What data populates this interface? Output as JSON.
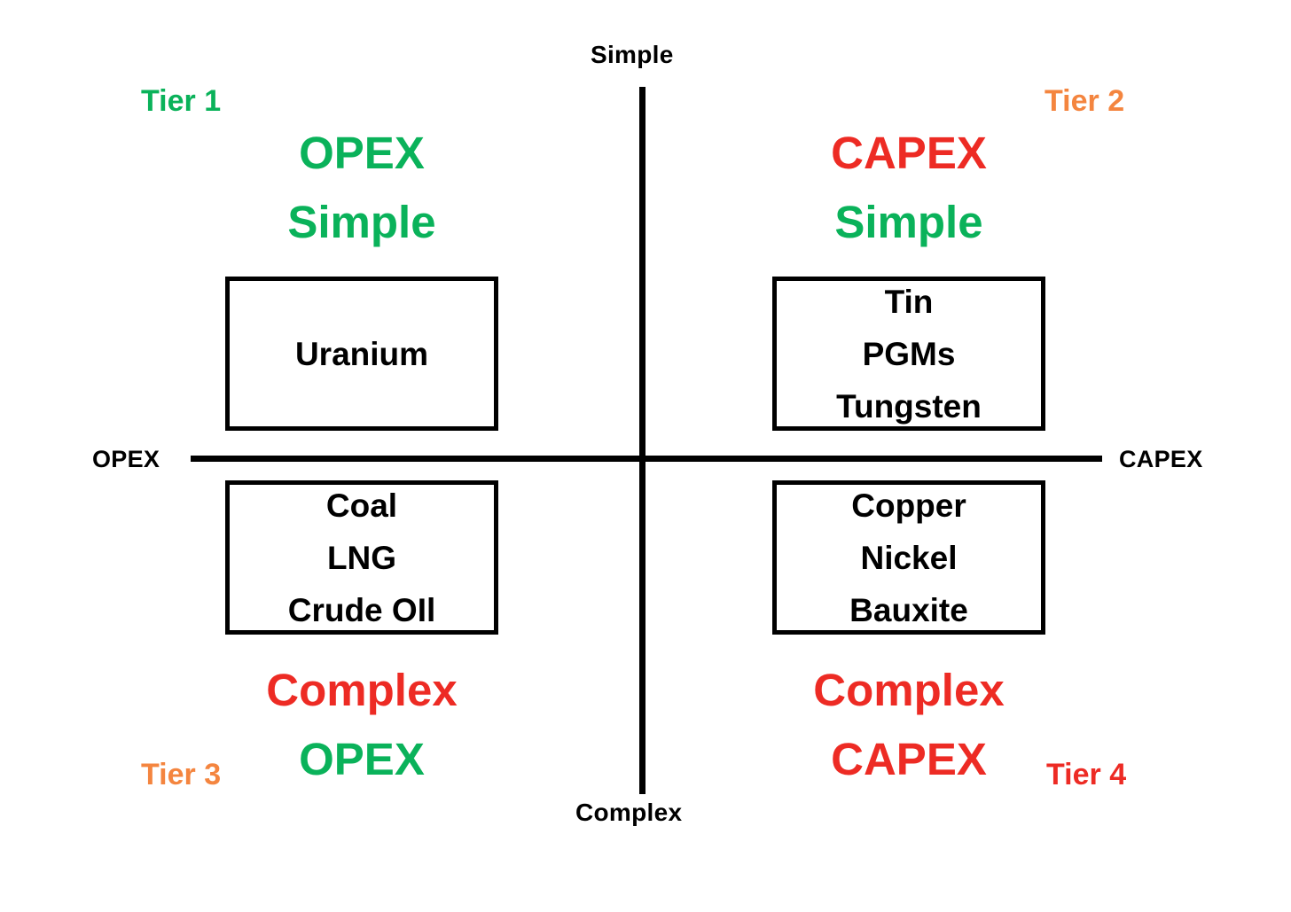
{
  "colors": {
    "green": "#0AB25A",
    "red": "#ED2B24",
    "orange": "#F4853F",
    "black": "#000000",
    "background": "#FFFFFF"
  },
  "axes": {
    "left_label": "OPEX",
    "right_label": "CAPEX",
    "top_label": "Simple",
    "bottom_label": "Complex"
  },
  "tiers": {
    "tier1": {
      "label": "Tier 1",
      "color": "#0AB25A"
    },
    "tier2": {
      "label": "Tier 2",
      "color": "#F4853F"
    },
    "tier3": {
      "label": "Tier 3",
      "color": "#F4853F"
    },
    "tier4": {
      "label": "Tier 4",
      "color": "#ED2B24"
    }
  },
  "quadrants": {
    "top_left": {
      "tier": "Tier 1",
      "heading_line1": "OPEX",
      "heading_line1_color": "#0AB25A",
      "heading_line2": "Simple",
      "heading_line2_color": "#0AB25A",
      "items": [
        "Uranium"
      ]
    },
    "top_right": {
      "tier": "Tier 2",
      "heading_line1": "CAPEX",
      "heading_line1_color": "#ED2B24",
      "heading_line2": "Simple",
      "heading_line2_color": "#0AB25A",
      "items": [
        "Tin",
        "PGMs",
        "Tungsten"
      ]
    },
    "bottom_left": {
      "tier": "Tier 3",
      "heading_line1": "Complex",
      "heading_line1_color": "#ED2B24",
      "heading_line2": "OPEX",
      "heading_line2_color": "#0AB25A",
      "items": [
        "Coal",
        "LNG",
        "Crude OIl"
      ]
    },
    "bottom_right": {
      "tier": "Tier 4",
      "heading_line1": "Complex",
      "heading_line1_color": "#ED2B24",
      "heading_line2": "CAPEX",
      "heading_line2_color": "#ED2B24",
      "items": [
        "Copper",
        "Nickel",
        "Bauxite"
      ]
    }
  }
}
